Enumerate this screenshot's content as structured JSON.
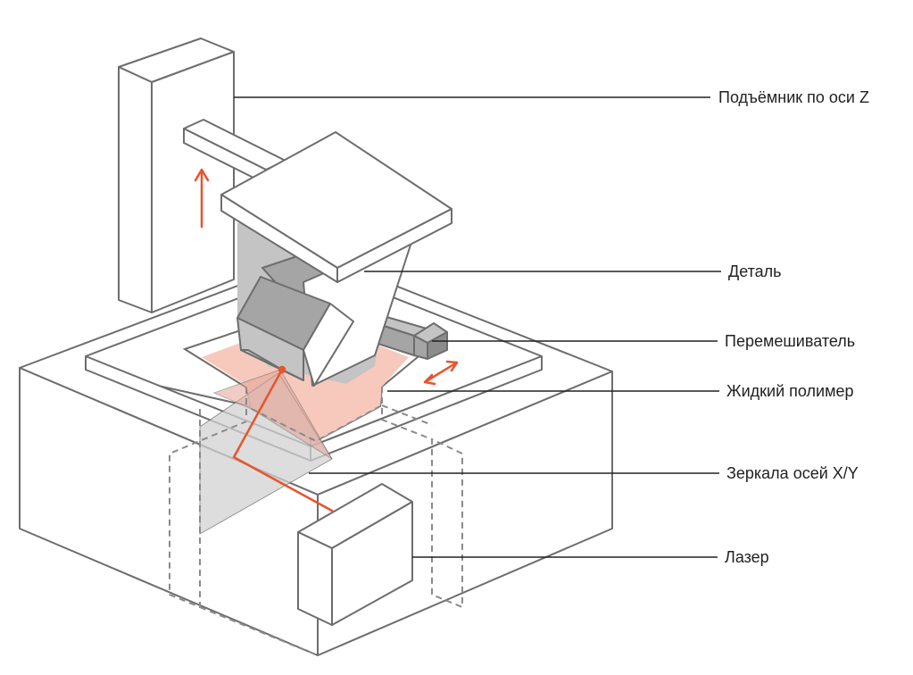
{
  "colors": {
    "outline": "#6d6d6d",
    "dashed": "#8a8a8a",
    "laser_beam": "#e8542d",
    "polymer_fill": "#f7c9bd",
    "part_dark": "#8c8c8c",
    "part_mid": "#a5a5a5",
    "part_light": "#c4c4c4",
    "mirror_fill": "#d2d2d2"
  },
  "callouts": [
    {
      "id": "z-lift",
      "label": "Подъёмник по оси Z"
    },
    {
      "id": "part",
      "label": "Деталь"
    },
    {
      "id": "stirrer",
      "label": "Перемешиватель"
    },
    {
      "id": "liquid-polymer",
      "label": "Жидкий полимер"
    },
    {
      "id": "xy-mirrors",
      "label": "Зеркала осей X/Y"
    },
    {
      "id": "laser",
      "label": "Лазер"
    }
  ],
  "icons": {
    "z_direction": "arrow-up-icon",
    "stirrer_motion": "double-arrow-icon"
  }
}
